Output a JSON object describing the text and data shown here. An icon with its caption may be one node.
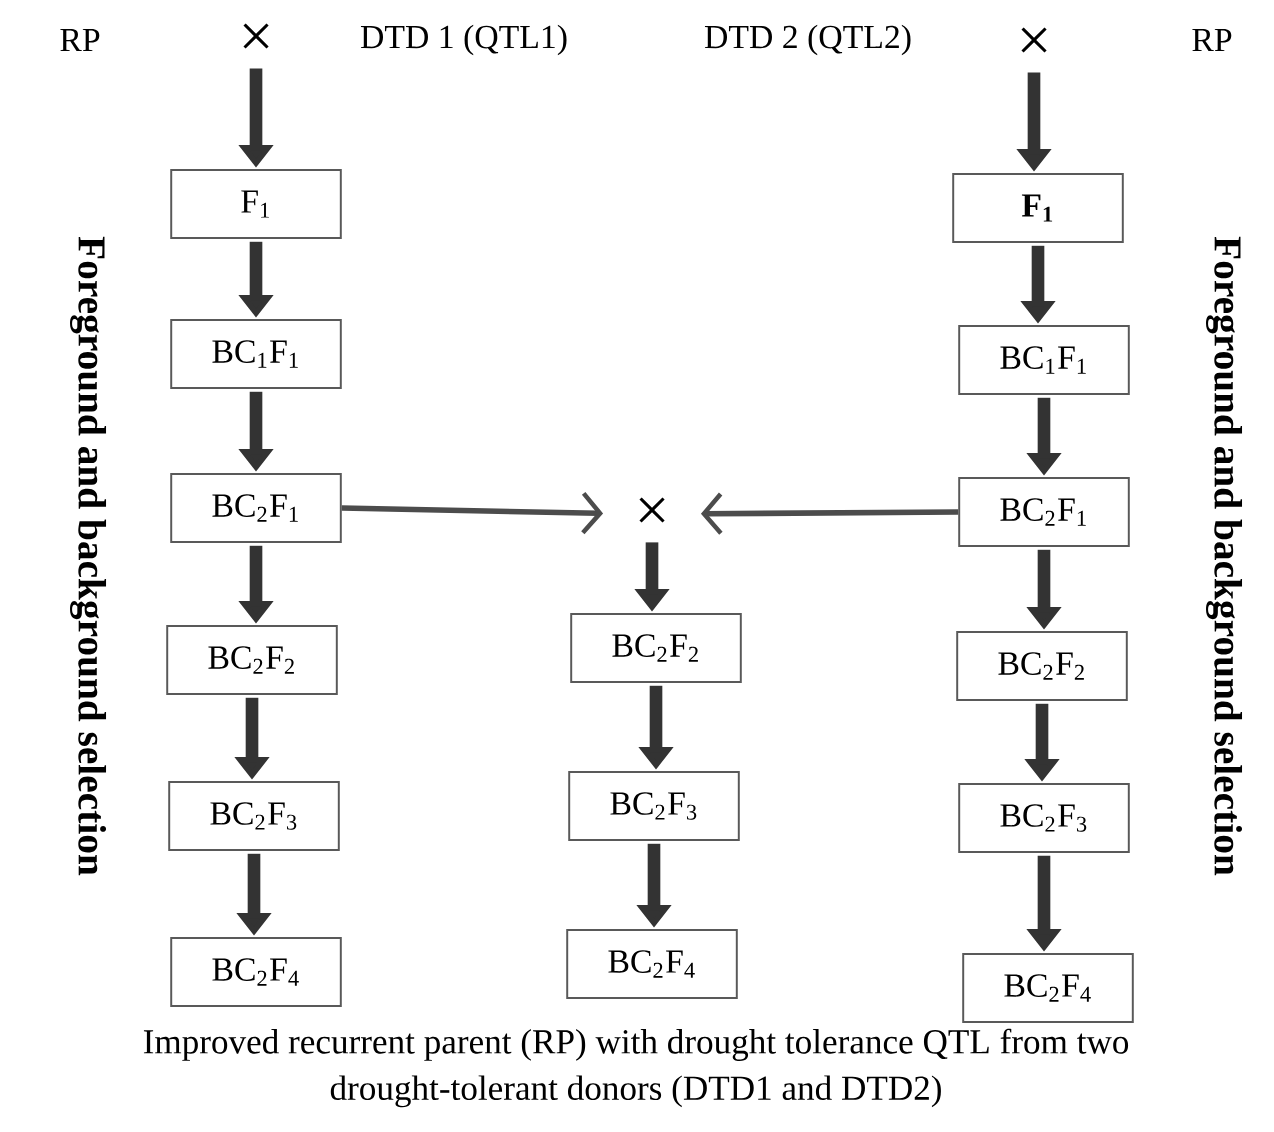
{
  "diagram": {
    "caption": "Improved recurrent parent (RP) with drought tolerance QTL from two drought-tolerant donors (DTD1 and DTD2)",
    "nodes": [
      {
        "text": [
          "×"
        ]
      },
      {
        "text": [
          "F$_{1}$"
        ]
      },
      {
        "text": [
          "BC$_{1}$F$_{1}$"
        ]
      },
      {
        "text": [
          "BC$_{2}$F$_{1}$"
        ]
      },
      {
        "text": [
          "BC$_{2}$F$_{2}$"
        ]
      },
      {
        "text": [
          "BC$_{2}$F$_{3}$"
        ]
      },
      {
        "text": [
          "BC$_{2}$F$_{4}$"
        ]
      },
      {
        "text": [
          "×"
        ]
      },
      {
        "text": [
          "F$_{1}$"
        ]
      },
      {
        "text": [
          "BC$_{1}$F$_{1}$"
        ]
      },
      {
        "text": [
          "BC$_{2}$F$_{1}$"
        ]
      },
      {
        "text": [
          "BC$_{2}$F$_{2}$"
        ]
      },
      {
        "text": [
          "BC$_{2}$F$_{3}$"
        ]
      },
      {
        "text": [
          "BC$_{2}$F$_{4}$"
        ]
      },
      {
        "text": [
          "×"
        ]
      },
      {
        "text": [
          "BC$_{2}$F$_{2}$"
        ]
      },
      {
        "text": [
          "BC$_{2}$F$_{3}$"
        ]
      },
      {
        "text": [
          "BC$_{2}$F$_{4}$"
        ]
      }
    ],
    "edges": [
      {
        "from": 0,
        "to": 1,
        "arrow": "to"
      },
      {
        "from": 1,
        "to": 2,
        "arrow": "to"
      },
      {
        "from": 2,
        "to": 3,
        "arrow": "to"
      },
      {
        "from": 3,
        "to": 4,
        "arrow": "to"
      },
      {
        "from": 4,
        "to": 5,
        "arrow": "to"
      },
      {
        "from": 5,
        "to": 6,
        "arrow": "to"
      },
      {
        "from": 7,
        "to": 8,
        "arrow": "to"
      },
      {
        "from": 8,
        "to": 9,
        "arrow": "to"
      },
      {
        "from": 9,
        "to": 10,
        "arrow": "to"
      },
      {
        "from": 10,
        "to": 11,
        "arrow": "to"
      },
      {
        "from": 11,
        "to": 12,
        "arrow": "to"
      },
      {
        "from": 12,
        "to": 13,
        "arrow": "to"
      },
      {
        "from": 3,
        "to": 14,
        "arrow": "to"
      },
      {
        "from": 10,
        "to": 14,
        "arrow": "to"
      },
      {
        "from": 14,
        "to": 15,
        "arrow": "to"
      },
      {
        "from": 15,
        "to": 16,
        "arrow": "to"
      },
      {
        "from": 16,
        "to": 17,
        "arrow": "to"
      }
    ],
    "labels": [
      "RP",
      "DTD 1 (QTL1)",
      "DTD 2 (QTL2)",
      "RP",
      "Foreground and background selection",
      "Foreground and background selection"
    ]
  }
}
